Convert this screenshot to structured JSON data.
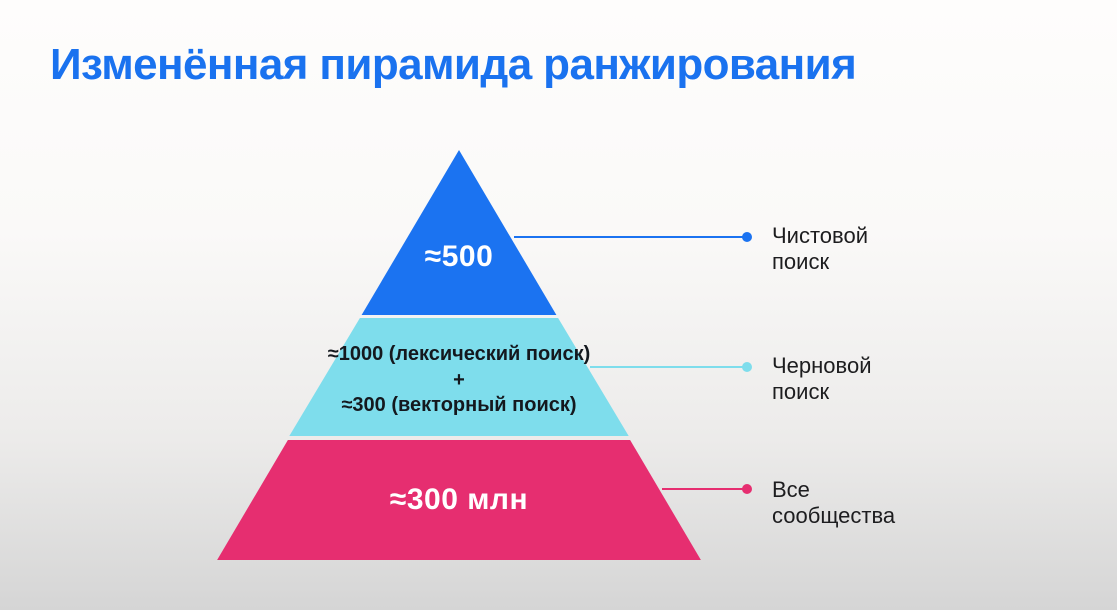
{
  "title": "Изменённая пирамида ранжирования",
  "colors": {
    "title": "#1a72ef",
    "bg-top": "#fefdfc",
    "bg-bottom": "#d5d5d5",
    "tier-top": "#1b73f1",
    "tier-middle": "#7eddec",
    "tier-bottom": "#e62e70",
    "tier-top-text": "#ffffff",
    "tier-middle-text": "#14181e",
    "tier-bottom-text": "#ffffff",
    "label-text": "#1d1d1f"
  },
  "pyramid": {
    "tiers": [
      {
        "name": "clean-search",
        "value": "≈500",
        "color": "#1b73f1",
        "label": "Чистовой поиск"
      },
      {
        "name": "draft-search",
        "value_line1": "≈1000 (лексический поиск)",
        "value_plus": "+",
        "value_line2": "≈300 (векторный поиск)",
        "color": "#7eddec",
        "label": "Черновой поиск"
      },
      {
        "name": "all-communities",
        "value": "≈300 млн",
        "color": "#e62e70",
        "label": "Все сообщества"
      }
    ]
  }
}
